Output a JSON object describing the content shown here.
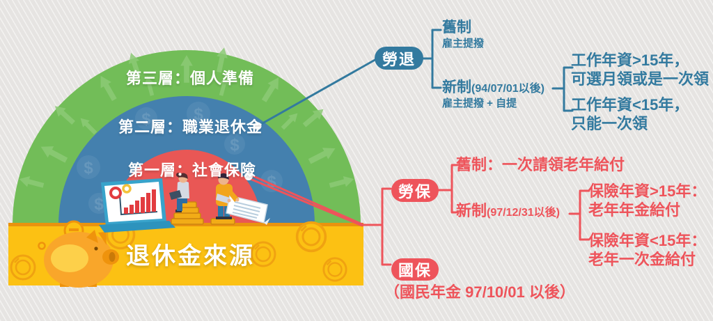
{
  "pyramid": {
    "layer3_label": "第三層：個人準備",
    "layer2_label": "第二層：職業退休金",
    "layer1_label": "第一層：社會保險",
    "base_title": "退休金來源"
  },
  "labor_pension": {
    "node_label": "勞退",
    "old_title": "舊制",
    "old_subtitle": "雇主提撥",
    "new_title": "新制",
    "new_suffix": "(94/07/01以後)",
    "new_subtitle": "雇主提撥 + 自提",
    "gt15_line1": "工作年資>15年，",
    "gt15_line2": "可選月領或是一次領",
    "lt15_line1": "工作年資<15年，",
    "lt15_line2": "只能一次領"
  },
  "labor_insurance": {
    "node_label": "勞保",
    "old_text": "舊制：一次請領老年給付",
    "new_title": "新制",
    "new_suffix": "(97/12/31以後)",
    "gt15_line1": "保險年資>15年：",
    "gt15_line2": "老年年金給付",
    "lt15_line1": "保險年資<15年：",
    "lt15_line2": "老年一次金給付"
  },
  "national_insurance": {
    "node_label": "國保",
    "note": "（國民年金 97/10/01 以後）"
  },
  "art": {
    "dollar_glyph": "$"
  },
  "colors": {
    "blue": "#337a9f",
    "red": "#ee545b",
    "green_arch": "#72bd58",
    "blue_arch": "#4480ae",
    "red_arch": "#e95755",
    "gold_bar": "#fcc113",
    "orange_edge": "#e9930e"
  }
}
